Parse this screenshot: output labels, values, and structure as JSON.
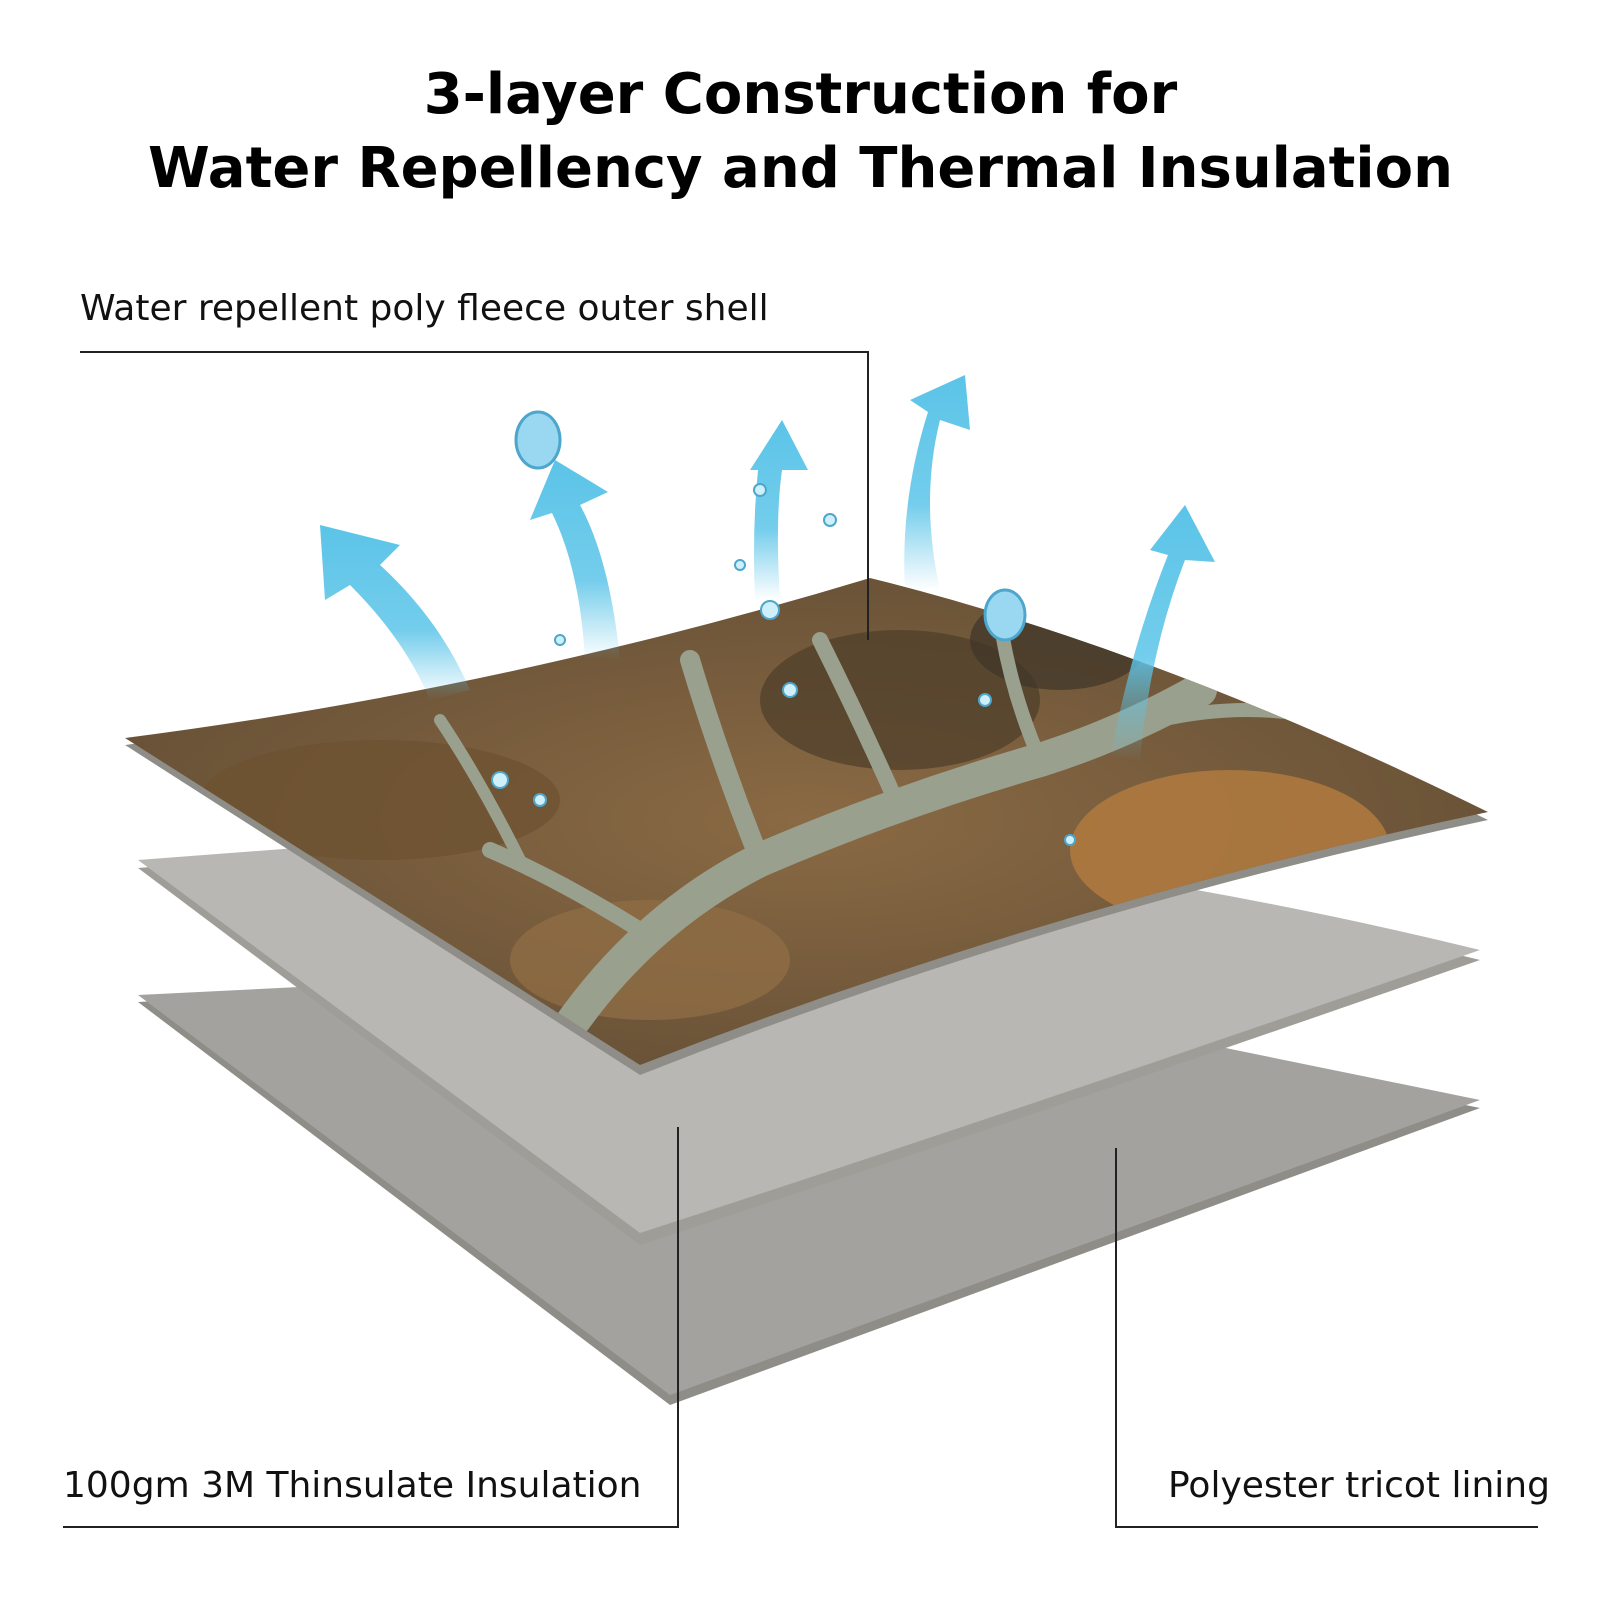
{
  "title": {
    "line1": "3-layer Construction for",
    "line2": "Water Repellency and Thermal Insulation"
  },
  "labels": {
    "outer_shell": "Water repellent poly fleece outer shell",
    "insulation": "100gm 3M Thinsulate Insulation",
    "lining": "Polyester tricot lining"
  },
  "colors": {
    "arrow": "#5bc4e8",
    "water": "#9ad8f2",
    "layer_gray_light": "#b9b7b3",
    "layer_gray": "#a4a29e",
    "layer_edge": "#8f8d88",
    "camo_brown": "#7a5c3a",
    "camo_branch": "#9aa08e"
  },
  "icons": [
    "water-drop-icon",
    "up-arrow-icon"
  ]
}
